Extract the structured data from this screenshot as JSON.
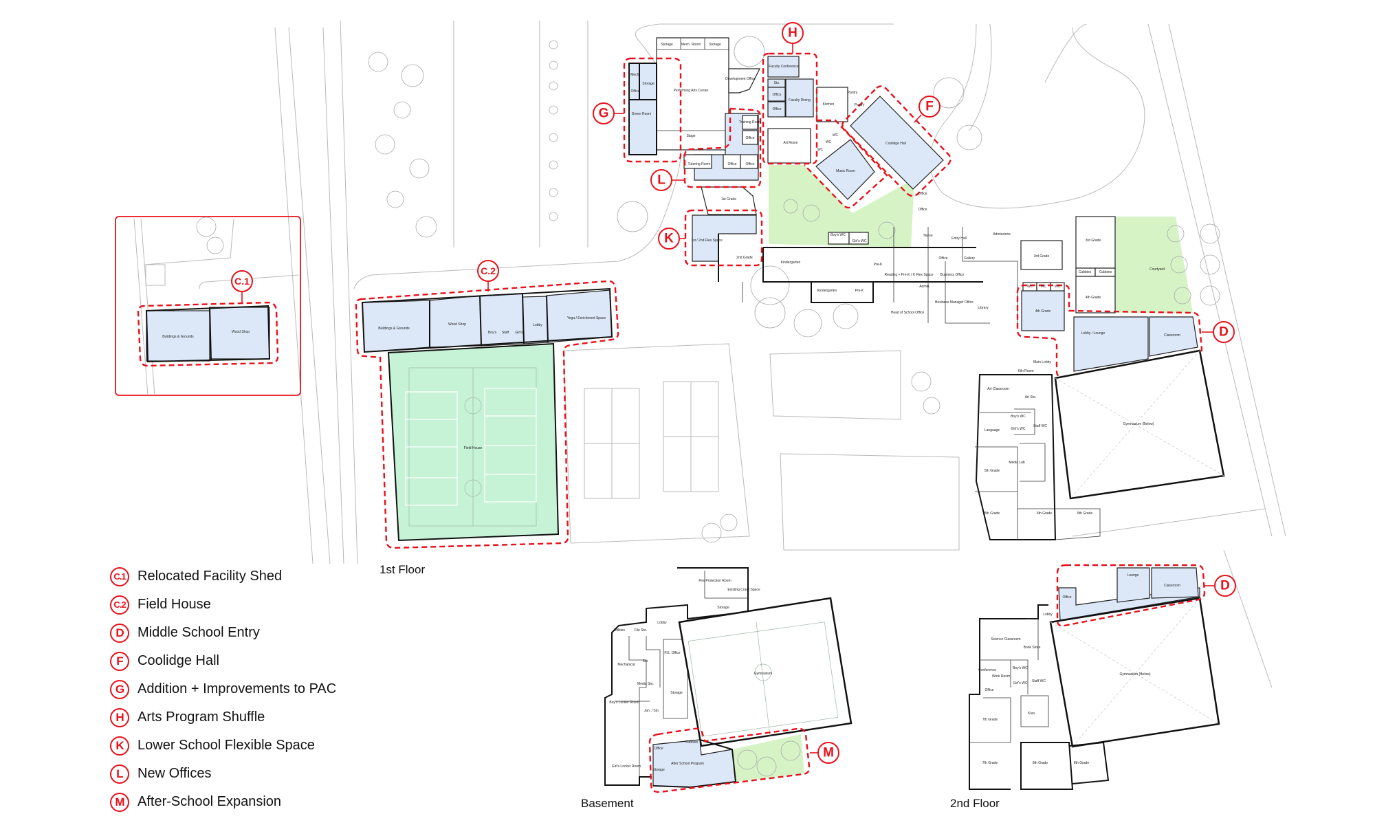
{
  "floor_labels": {
    "first": "1st Floor",
    "basement": "Basement",
    "second": "2nd Floor"
  },
  "markers": {
    "c1": "C.1",
    "c2": "C.2",
    "d": "D",
    "d2": "D",
    "f": "F",
    "g": "G",
    "h": "H",
    "k": "K",
    "l": "L",
    "m": "M"
  },
  "legend": [
    {
      "code": "C.1",
      "label": "Relocated Facility Shed"
    },
    {
      "code": "C.2",
      "label": "Field House"
    },
    {
      "code": "D",
      "label": "Middle School Entry"
    },
    {
      "code": "F",
      "label": "Coolidge Hall"
    },
    {
      "code": "G",
      "label": "Addition + Improvements to PAC"
    },
    {
      "code": "H",
      "label": "Arts Program Shuffle"
    },
    {
      "code": "K",
      "label": "Lower School Flexible Space"
    },
    {
      "code": "L",
      "label": "New Offices"
    },
    {
      "code": "M",
      "label": "After-School Expansion"
    }
  ],
  "colors": {
    "accent_red": "#e8101a",
    "renovation_blue": "#dce8f8",
    "field_house_green": "#c6f2d6",
    "landscape_green": "#d6f3c6"
  },
  "rooms": {
    "inset": [
      "Buildings & Grounds",
      "Wood Shop"
    ],
    "first_floor": [
      "Buildings & Grounds",
      "Wood Shop",
      "Boy's",
      "Staff",
      "Girl's",
      "Lobby",
      "Yoga / Enrichment Space",
      "Field House",
      "Storage",
      "Mech. Room",
      "Storage",
      "Mech.",
      "Storage",
      "Office",
      "Green Room",
      "Performing Arts Center",
      "Stage",
      "Development Office",
      "Training Room",
      "Office",
      "Tutoring Room",
      "Office",
      "Office",
      "1st Grade",
      "Faculty Conference",
      "Sto.",
      "Office",
      "Office",
      "Faculty Dining",
      "Kitchen",
      "Pantry",
      "Pantry",
      "Art Room",
      "WC",
      "WC",
      "WC",
      "Music Room",
      "Coolidge Hall",
      "Office",
      "Office",
      "1st / 2nd Flex Space",
      "2nd Grade",
      "Kindergarten",
      "Boy's WC",
      "Girl's WC",
      "Kindergarten",
      "Pre-K",
      "Pre-K",
      "Reading + Pre-K / K Flex Space",
      "Nurse",
      "Entry Hall",
      "Admissions",
      "Office",
      "Business Office",
      "Gallery",
      "Admin.",
      "Head of School Office",
      "Business Manager Office",
      "Library",
      "3rd Grade",
      "3rd Grade",
      "Cubbies",
      "Cubbies",
      "Courtyard",
      "4th Grade",
      "4th Grade",
      "WC",
      "WC",
      "WC",
      "Lobby / Lounge",
      "Classroom",
      "Main Lobby",
      "Kiln Room",
      "Art Classroom",
      "Art Sto.",
      "Boy's WC",
      "Girl's WC",
      "Staff WC",
      "Language",
      "Media Lab",
      "5th Grade",
      "5th Grade",
      "6th Grade",
      "6th Grade",
      "Gymnasium (Below)"
    ],
    "basement": [
      "Fire Protection Room",
      "Existing Crawl Space",
      "Storage",
      "Lobby",
      "Utilities",
      "File Sto.",
      "Mechanical",
      "Sto.",
      "P.E. Office",
      "Media Sto.",
      "Storage",
      "Gymnasium",
      "Boy's Locker Room",
      "Jan. / Sto.",
      "Cubbies",
      "Office",
      "After School Program",
      "Storage",
      "Girl's Locker Room"
    ],
    "second_floor": [
      "Lounge",
      "Classroom",
      "Office",
      "Lobby",
      "Science Classroom",
      "Book Store",
      "Conference",
      "Work Room",
      "Boy's WC",
      "Girl's WC",
      "Staff WC",
      "Office",
      "Kiva",
      "7th Grade",
      "7th Grade",
      "8th Grade",
      "8th Grade",
      "Gymnasium (Below)"
    ]
  }
}
